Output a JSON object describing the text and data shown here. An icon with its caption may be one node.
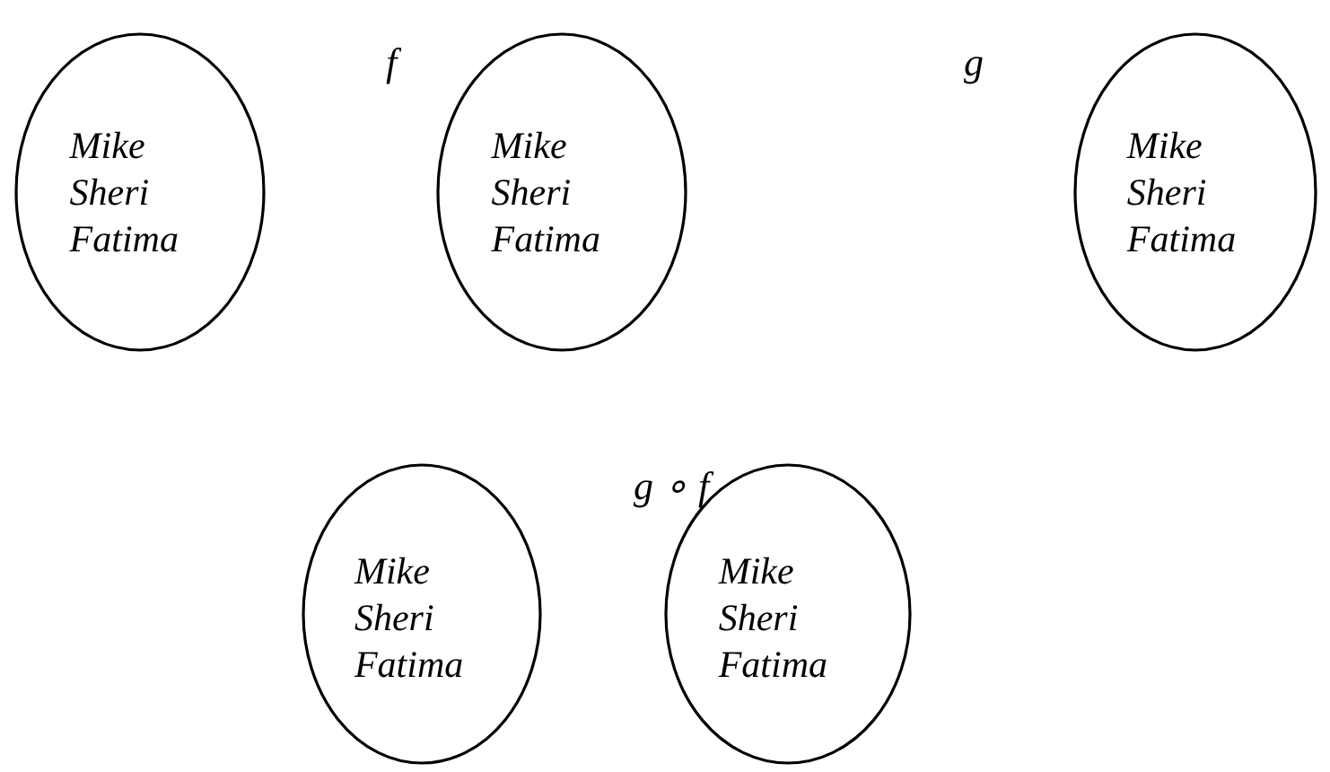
{
  "diagram": {
    "nodes": [
      {
        "text": [
          "Mike",
          "Sheri",
          "Fatima"
        ]
      },
      {
        "text": [
          "Mike",
          "Sheri",
          "Fatima"
        ]
      },
      {
        "text": [
          "Mike",
          "Sheri",
          "Fatima"
        ]
      },
      {
        "text": [
          "Mike",
          "Sheri",
          "Fatima"
        ]
      },
      {
        "text": [
          "Mike",
          "Sheri",
          "Fatima"
        ]
      }
    ],
    "edges": [],
    "labels": [
      "f",
      "g",
      "g ∘ f"
    ]
  }
}
